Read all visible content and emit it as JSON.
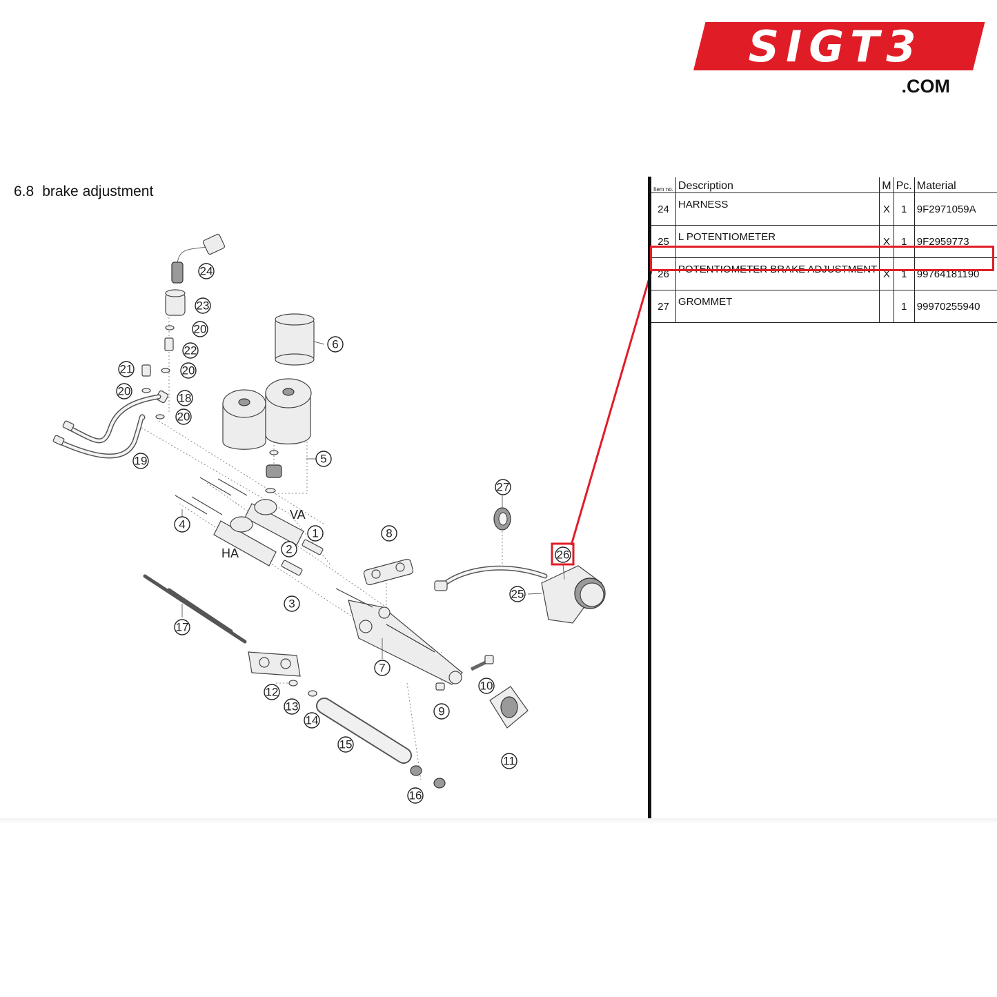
{
  "logo": {
    "brand": "SIGT3",
    "domain": ".COM"
  },
  "section": {
    "number": "6.8",
    "title": "brake adjustment"
  },
  "table": {
    "headers": {
      "item_no": "Item no.",
      "description": "Description",
      "m": "M",
      "pc": "Pc.",
      "material": "Material"
    },
    "rows": [
      {
        "item": "24",
        "description": "HARNESS",
        "m": "X",
        "pc": "1",
        "material": "9F2971059A"
      },
      {
        "item": "25",
        "description": "L POTENTIOMETER",
        "m": "X",
        "pc": "1",
        "material": "9F2959773"
      },
      {
        "item": "26",
        "description": "POTENTIOMETER BRAKE ADJUSTMENT",
        "m": "X",
        "pc": "1",
        "material": "99764181190",
        "highlighted": true
      },
      {
        "item": "27",
        "description": "GROMMET",
        "m": "",
        "pc": "1",
        "material": "99970255940"
      }
    ]
  },
  "diagram": {
    "callouts": [
      "1",
      "2",
      "3",
      "4",
      "5",
      "6",
      "7",
      "8",
      "9",
      "10",
      "11",
      "12",
      "13",
      "14",
      "15",
      "16",
      "17",
      "18",
      "19",
      "20",
      "20",
      "20",
      "20",
      "21",
      "22",
      "23",
      "24",
      "25",
      "26",
      "27"
    ],
    "labels": {
      "front": "VA",
      "rear": "HA"
    }
  },
  "colors": {
    "accent": "#e01d26",
    "ink": "#111111"
  }
}
